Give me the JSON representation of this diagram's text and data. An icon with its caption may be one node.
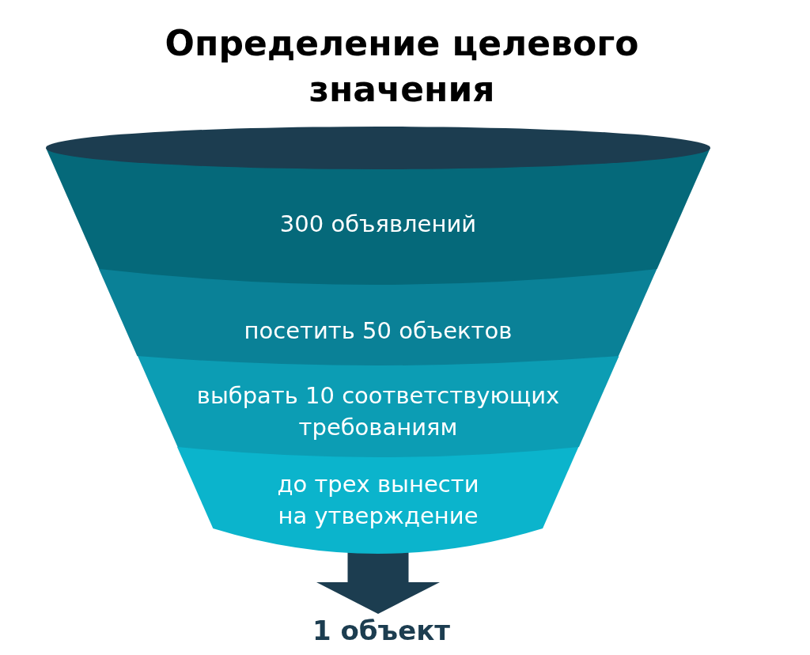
{
  "diagram": {
    "title": "Определение целевого значения",
    "nodes": [
      {
        "text": [
          "300 объявлений"
        ]
      },
      {
        "text": [
          "посетить 50 объектов"
        ]
      },
      {
        "text": [
          "выбрать 10 соответствующих требованиям"
        ]
      },
      {
        "text": [
          "до трех вынести на утверждение"
        ]
      },
      {
        "text": [
          "1 объект"
        ]
      }
    ],
    "edges": [
      {
        "from": 3,
        "to": 4,
        "arrow": "to"
      }
    ]
  }
}
